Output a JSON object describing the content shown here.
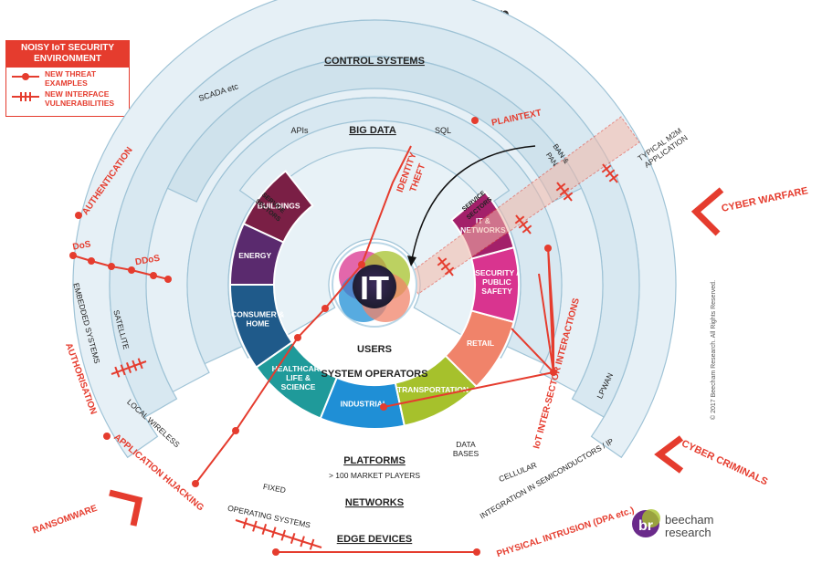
{
  "title": "IoT Security Threat Map",
  "legend": {
    "header_line1": "NOISY IoT SECURITY",
    "header_line2": "ENVIRONMENT",
    "new_threat_line1": "NEW THREAT",
    "new_threat_line2": "EXAMPLES",
    "new_iface_line1": "NEW INTERFACE",
    "new_iface_line2": "VULNERABILITIES"
  },
  "layers": {
    "control_systems": "CONTROL SYSTEMS",
    "scada": "SCADA etc",
    "big_data": "BIG DATA",
    "apis": "APIs",
    "sql": "SQL",
    "users": "USERS",
    "system_operators": "SYSTEM OPERATORS",
    "platforms": "PLATFORMS",
    "market_players": "> 100 MARKET PLAYERS",
    "networks": "NETWORKS",
    "edge_devices": "EDGE DEVICES",
    "data_bases_1": "DATA",
    "data_bases_2": "BASES",
    "ban_pan_1": "BAN &",
    "ban_pan_2": "PAN",
    "m2m_1": "TYPICAL M2M",
    "m2m_2": "APPLICATION"
  },
  "center_label": "IT",
  "service_sectors_left": [
    "SERVICE",
    "SECTORS"
  ],
  "service_sectors_right": [
    "SERVICE",
    "SECTORS"
  ],
  "sectors": [
    {
      "id": "buildings",
      "lines": [
        "BUILDINGS"
      ],
      "color": "#7a1f45"
    },
    {
      "id": "energy",
      "lines": [
        "ENERGY"
      ],
      "color": "#5a2a6e"
    },
    {
      "id": "consumer",
      "lines": [
        "CONSUMER &",
        "HOME"
      ],
      "color": "#1f5a8a"
    },
    {
      "id": "healthcare",
      "lines": [
        "HEALTHCARE",
        "LIFE &",
        "SCIENCE"
      ],
      "color": "#1f9a9a"
    },
    {
      "id": "industrial",
      "lines": [
        "INDUSTRIAL"
      ],
      "color": "#1f8fd6"
    },
    {
      "id": "transportation",
      "lines": [
        "TRANSPORTATION"
      ],
      "color": "#a6c12c"
    },
    {
      "id": "retail",
      "lines": [
        "RETAIL"
      ],
      "color": "#f0836a"
    },
    {
      "id": "security",
      "lines": [
        "SECURITY /",
        "PUBLIC",
        "SAFETY"
      ],
      "color": "#d9348f"
    },
    {
      "id": "it_networks",
      "lines": [
        "IT &",
        "NETWORKS"
      ],
      "color": "#a3206a"
    }
  ],
  "network_labels": {
    "satellite": "SATELLITE",
    "embedded": "EMBEDDED SYSTEMS",
    "local_wireless": "LOCAL WIRELESS",
    "fixed": "FIXED",
    "operating_systems": "OPERATING SYSTEMS",
    "lpwan": "LPWAN",
    "cellular": "CELLULAR",
    "integration": "INTEGRATION IN SEMICONDUCTORS / IP"
  },
  "threats": {
    "authentication": "AUTHENTICATION",
    "dos": "DoS",
    "ddos": "DDoS",
    "authorisation": "AUTHORISATION",
    "app_hijacking": "APPLICATION HIJACKING",
    "ransomware": "RANSOMWARE",
    "plaintext": "PLAINTEXT",
    "identity_1": "IDENTITY",
    "identity_2": "THEFT",
    "cyber_warfare": "CYBER WARFARE",
    "inter_sector": "IoT INTER-SECTOR INTERACTIONS",
    "cyber_criminals": "CYBER CRIMINALS",
    "physical_intrusion": "PHYSICAL INTRUSION (DPA etc.)"
  },
  "copyright": "© 2017 Beecham Research. All Rights Reserved.",
  "logo": {
    "mark": "br",
    "line1": "beecham",
    "line2": "research"
  },
  "colors": {
    "accent_red": "#e53c2e",
    "ring_light": "#dcebf3",
    "ring_mid": "#c8e0ec",
    "ring_stroke": "#8fb9cf"
  }
}
